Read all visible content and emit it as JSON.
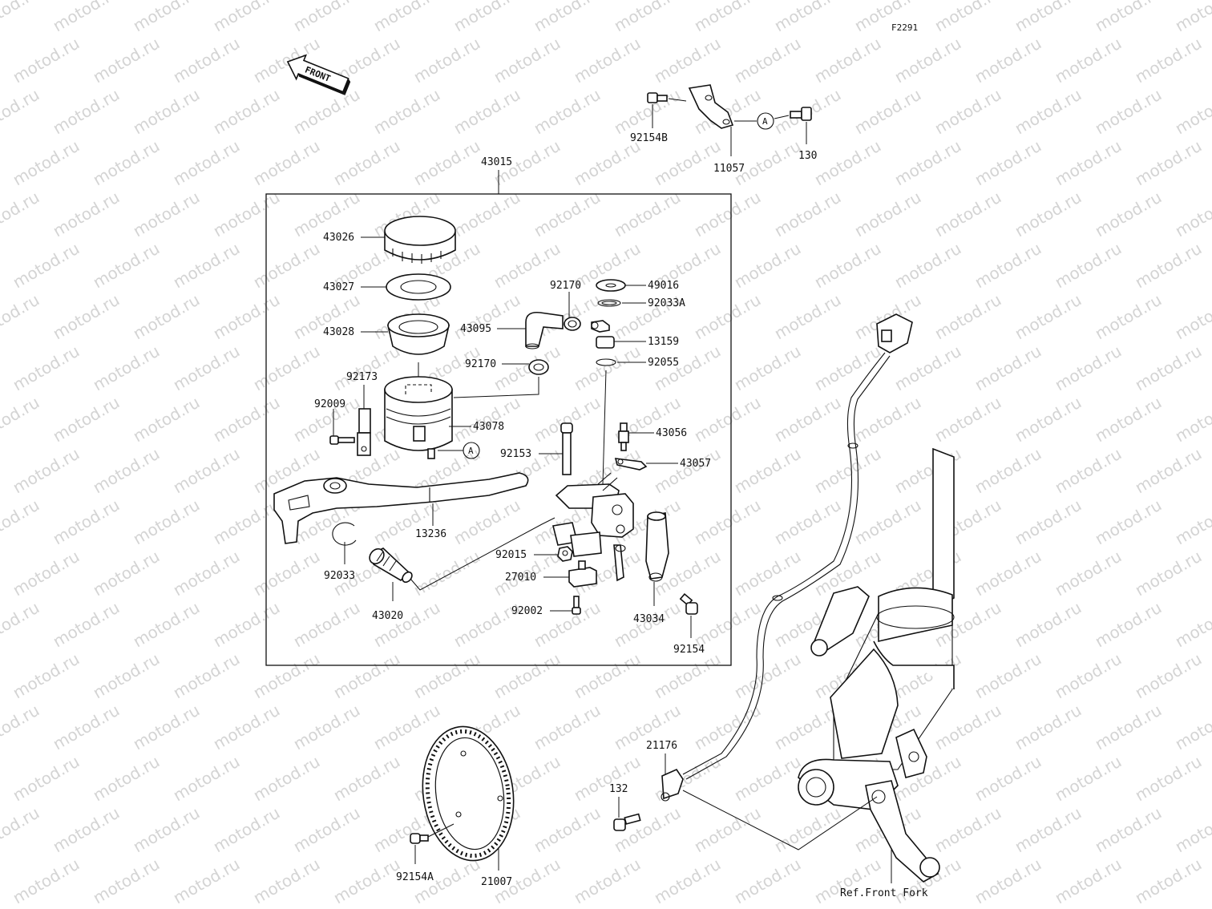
{
  "sheet_code": "F2291",
  "front_arrow_text": "FRONT",
  "watermark_text": "motod.ru",
  "ref_text": "Ref.Front Fork",
  "callout_letter": "A",
  "parts": {
    "p43015": "43015",
    "p43026": "43026",
    "p43027": "43027",
    "p43028": "43028",
    "p92173": "92173",
    "p92009": "92009",
    "p43078": "43078",
    "p92170a": "92170",
    "p92170b": "92170",
    "p43095": "43095",
    "p49016": "49016",
    "p92033A": "92033A",
    "p13159": "13159",
    "p92055": "92055",
    "p43056": "43056",
    "p43057": "43057",
    "p92153": "92153",
    "p13236": "13236",
    "p92033": "92033",
    "p43020": "43020",
    "p92015": "92015",
    "p27010": "27010",
    "p92002": "92002",
    "p43034": "43034",
    "p92154": "92154",
    "p92154B": "92154B",
    "p11057": "11057",
    "p130": "130",
    "p21176": "21176",
    "p132": "132",
    "p92154A": "92154A",
    "p21007": "21007"
  }
}
